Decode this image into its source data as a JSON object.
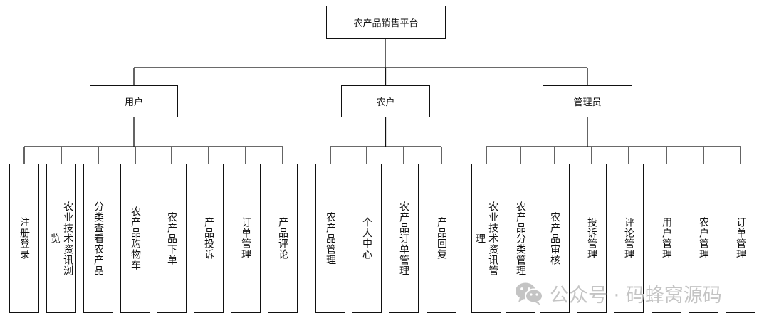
{
  "diagram": {
    "root": "农产品销售平台",
    "roles": [
      {
        "name": "用户",
        "functions": [
          "注册登录",
          "农业技术资讯浏览",
          "分类查看农产品",
          "农产品购物车",
          "农产品下单",
          "产品投诉",
          "订单管理",
          "产品评论"
        ]
      },
      {
        "name": "农户",
        "functions": [
          "农产品管理",
          "个人中心",
          "农产品订单管理",
          "产品回复"
        ]
      },
      {
        "name": "管理员",
        "functions": [
          "农业技术资讯管理",
          "农产品分类管理",
          "农产品审核",
          "投诉管理",
          "评论管理",
          "用户管理",
          "农户管理",
          "订单管理"
        ]
      }
    ]
  },
  "watermark": {
    "text": "公众号 · 码蜂窝源码",
    "icon": "wechat-icon",
    "color": "#c4c4c4"
  }
}
